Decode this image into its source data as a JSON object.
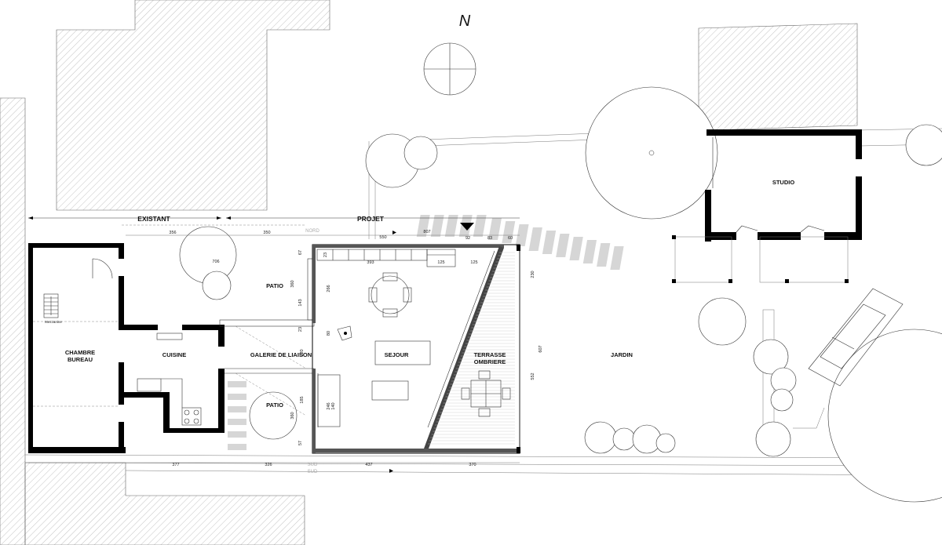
{
  "north_label": "N",
  "headers": {
    "existing": "EXISTANT",
    "project": "PROJET"
  },
  "orientation": {
    "north": "NORD",
    "south": "SUD"
  },
  "rooms": {
    "chambre_line1": "CHAMBRE",
    "chambre_line2": "BUREAU",
    "mezzanine": "Mezzanine",
    "cuisine": "CUISINE",
    "galerie": "GALERIE DE LIAISON",
    "patio_north": "PATIO",
    "patio_south": "PATIO",
    "sejour": "SEJOUR",
    "terrasse_line1": "TERRASSE",
    "terrasse_line2": "OMBRIERE",
    "jardin": "JARDIN",
    "studio": "STUDIO"
  },
  "dims": {
    "top_356": "356",
    "top_350": "350",
    "top_550": "550",
    "top_807": "807",
    "top_92": "92",
    "top_83": "83",
    "top_60": "60",
    "d_706": "706",
    "d_393": "393",
    "d_125a": "125",
    "d_125b": "125",
    "bot_377": "377",
    "bot_326": "326",
    "bot_437": "437",
    "bot_370": "370",
    "v_230": "230",
    "v_607": "607",
    "v_552": "552",
    "v_360a": "360",
    "v_360b": "360",
    "v_266": "266",
    "v_143": "143",
    "v_80": "80",
    "v_220": "220",
    "v_185": "185",
    "v_246": "246",
    "v_140": "140",
    "v_67": "67",
    "v_57": "57",
    "v_23a": "23",
    "v_23b": "23"
  }
}
